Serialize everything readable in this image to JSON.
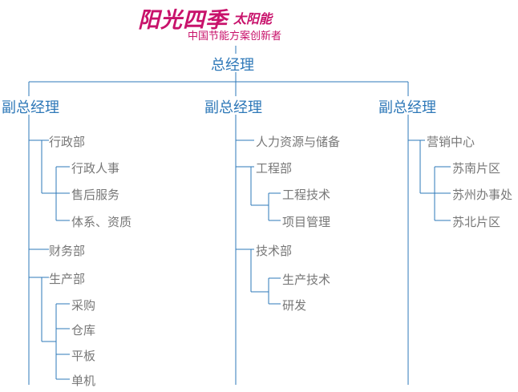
{
  "header": {
    "logo_text": "阳光四季",
    "logo_subtext": "太阳能",
    "tagline": "中国节能方案创新者"
  },
  "org": {
    "top": "总经理",
    "branches": [
      {
        "title": "副总经理",
        "groups": [
          {
            "label": "行政部",
            "children": [
              "行政人事",
              "售后服务",
              "体系、资质"
            ]
          },
          {
            "label": "财务部",
            "children": []
          },
          {
            "label": "生产部",
            "children": [
              "采购",
              "仓库",
              "平板",
              "单机"
            ]
          }
        ]
      },
      {
        "title": "副总经理",
        "groups": [
          {
            "label": "人力资源与储备",
            "children": []
          },
          {
            "label": "工程部",
            "children": [
              "工程技术",
              "项目管理"
            ]
          },
          {
            "label": "技术部",
            "children": [
              "生产技术",
              "研发"
            ]
          }
        ]
      },
      {
        "title": "副总经理",
        "groups": [
          {
            "label": "营销中心",
            "children": [
              "苏南片区",
              "苏州办事处",
              "苏北片区"
            ]
          }
        ]
      }
    ]
  },
  "colors": {
    "line": "#2e78b8",
    "title": "#2e78b8",
    "node": "#777777",
    "brand": "#c8126b"
  }
}
